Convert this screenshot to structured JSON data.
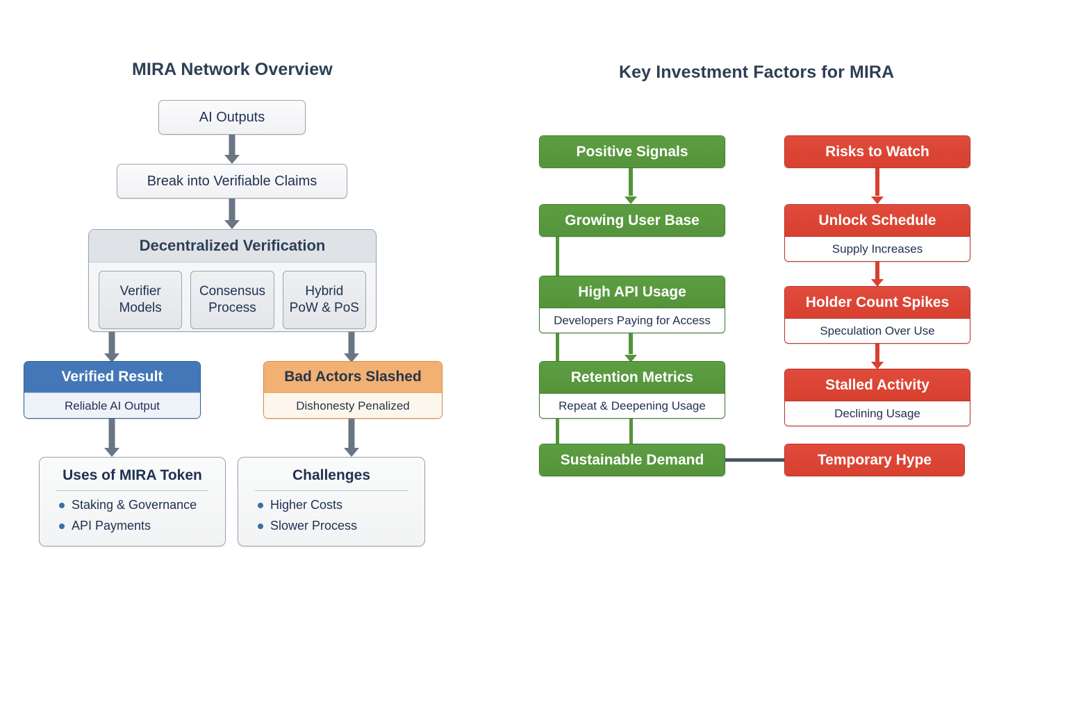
{
  "left_panel": {
    "title": "MIRA Network Overview",
    "nodes": {
      "ai_outputs": "AI Outputs",
      "break_claims": "Break into Verifiable Claims",
      "verification_title": "Decentralized Verification",
      "verification_children": [
        {
          "line1": "Verifier",
          "line2": "Models"
        },
        {
          "line1": "Consensus",
          "line2": "Process"
        },
        {
          "line1": "Hybrid",
          "line2": "PoW & PoS"
        }
      ],
      "verified_result": {
        "title": "Verified Result",
        "subtitle": "Reliable AI Output"
      },
      "bad_actors": {
        "title": "Bad Actors Slashed",
        "subtitle": "Dishonesty Penalized"
      }
    },
    "lists": [
      {
        "heading": "Uses of MIRA Token",
        "items": [
          "Staking & Governance",
          "API Payments"
        ]
      },
      {
        "heading": "Challenges",
        "items": [
          "Higher Costs",
          "Slower Process"
        ]
      }
    ]
  },
  "right_panel": {
    "title": "Key Investment Factors for MIRA",
    "positive_column": [
      {
        "title": "Positive Signals",
        "subtitle": null
      },
      {
        "title": "Growing User Base",
        "subtitle": null
      },
      {
        "title": "High API Usage",
        "subtitle": "Developers Paying for Access"
      },
      {
        "title": "Retention Metrics",
        "subtitle": "Repeat & Deepening Usage"
      },
      {
        "title": "Sustainable Demand",
        "subtitle": null
      }
    ],
    "risk_column": [
      {
        "title": "Risks to Watch",
        "subtitle": null
      },
      {
        "title": "Unlock Schedule",
        "subtitle": "Supply Increases"
      },
      {
        "title": "Holder Count Spikes",
        "subtitle": "Speculation Over Use"
      },
      {
        "title": "Stalled Activity",
        "subtitle": "Declining Usage"
      },
      {
        "title": "Temporary Hype",
        "subtitle": null
      }
    ]
  },
  "colors": {
    "green": "#55933b",
    "red": "#d8402f",
    "blue": "#4477b8",
    "orange": "#f2b173",
    "grey_arrow": "#6b7684",
    "connector": "#4a5666",
    "title_text": "#2e3f54"
  }
}
